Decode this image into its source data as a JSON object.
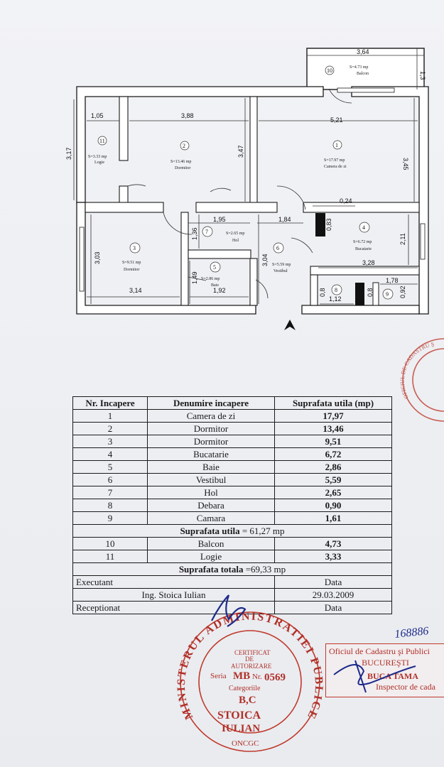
{
  "plan": {
    "rooms": [
      {
        "no": "1",
        "area": "S=17.97 mp",
        "name": "Camera de zi"
      },
      {
        "no": "2",
        "area": "S=13.46 mp",
        "name": "Dormitor"
      },
      {
        "no": "3",
        "area": "S=9.51 mp",
        "name": "Dormitor"
      },
      {
        "no": "4",
        "area": "S=6.72 mp",
        "name": "Bucatarie"
      },
      {
        "no": "5",
        "area": "S=2.86 mp",
        "name": "Baie"
      },
      {
        "no": "6",
        "area": "S=5.59 mp",
        "name": "Vestibul"
      },
      {
        "no": "7",
        "area": "S=2.65 mp",
        "name": "Hol"
      },
      {
        "no": "8",
        "area": "",
        "name": ""
      },
      {
        "no": "9",
        "area": "",
        "name": ""
      },
      {
        "no": "10",
        "area": "S=4.73 mp",
        "name": "Balcon"
      },
      {
        "no": "11",
        "area": "S=3.33 mp",
        "name": "Logie"
      }
    ],
    "dims": {
      "balcon_w": "3,64",
      "balcon_h": "1,3",
      "logie_w": "1,05",
      "dorm2_w": "3,88",
      "living_w": "5,21",
      "overall_h": "3,17",
      "dorm2_h": "3,47",
      "living_h": "3,45",
      "d024": "0,24",
      "hol_w": "1,95",
      "vest_w": "1,84",
      "d083": "0,83",
      "buc_h": "2,11",
      "hol_h": "1,36",
      "dorm3_h": "3,03",
      "vest_h": "3,04",
      "buc_w": "3,28",
      "baie_h": "1,49",
      "dorm3_w": "3,14",
      "baie_w": "1,92",
      "d178": "1,78",
      "d08a": "0,8",
      "d112": "1,12",
      "d08b": "0,8",
      "d092": "0,92"
    },
    "north_arrow": "A"
  },
  "table": {
    "headers": [
      "Nr. Incapere",
      "Denumire incapere",
      "Suprafata utila (mp)"
    ],
    "rows_a": [
      [
        "1",
        "Camera de zi",
        "17,97"
      ],
      [
        "2",
        "Dormitor",
        "13,46"
      ],
      [
        "3",
        "Dormitor",
        "9,51"
      ],
      [
        "4",
        "Bucatarie",
        "6,72"
      ],
      [
        "5",
        "Baie",
        "2,86"
      ],
      [
        "6",
        "Vestibul",
        "5,59"
      ],
      [
        "7",
        "Hol",
        "2,65"
      ],
      [
        "8",
        "Debara",
        "0,90"
      ],
      [
        "9",
        "Camara",
        "1,61"
      ]
    ],
    "suprafata_utila_label": "Suprafata utila",
    "suprafata_utila_value": "= 61,27 mp",
    "rows_b": [
      [
        "10",
        "Balcon",
        "4,73"
      ],
      [
        "11",
        "Logie",
        "3,33"
      ]
    ],
    "suprafata_totala_label": "Suprafata totala",
    "suprafata_totala_value": "=69,33  mp",
    "executant_label": "Executant",
    "data_label": "Data",
    "executant_name": "Ing. Stoica Iulian",
    "date": "29.03.2009",
    "receptionat_label": "Receptionat",
    "data_label_2": "Data"
  },
  "stamps": {
    "ring_text": "MINISTERUL ADMINISTRATIEI PUBLICE",
    "inner_1": "CERTIFICAT",
    "inner_2": "DE",
    "inner_3": "AUTORIZARE",
    "seria": "Seria",
    "seria_val": "MB",
    "nr": "Nr.",
    "nr_val": "0569",
    "categoriile": "Categoriile",
    "cat_val": "B,C",
    "name1": "STOICA",
    "name2": "IULIAN",
    "bottom": "ONCGC",
    "right_ocpi_1": "Oficiul de Cadastru şi Publici",
    "right_ocpi_2": "BUCUREŞTI",
    "right_ocpi_3": "Inspector de cada",
    "right_ocpi_name": "BUCA TAMA",
    "right_number": "168886",
    "round2_text": "OFICIUL DE CADASTRU ŞI PUBLICITATE BUCUREŞTI"
  }
}
